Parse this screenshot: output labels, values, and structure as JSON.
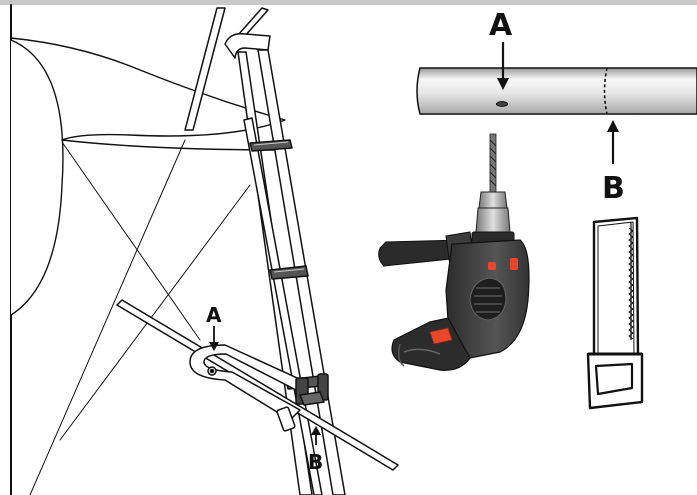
{
  "labels": {
    "pipe_a": "A",
    "pipe_b": "B",
    "ladder_a": "A",
    "ladder_b": "B"
  },
  "icons": {
    "drill": "power-drill-icon",
    "saw": "hacksaw-icon"
  },
  "colors": {
    "outline": "#111111",
    "drill_body": "#3a3a3a",
    "drill_accent": "#e8472b",
    "pipe_light": "#f4f4f4",
    "pipe_shade": "#bfbfbf",
    "top_border": "#c8c8c8"
  }
}
